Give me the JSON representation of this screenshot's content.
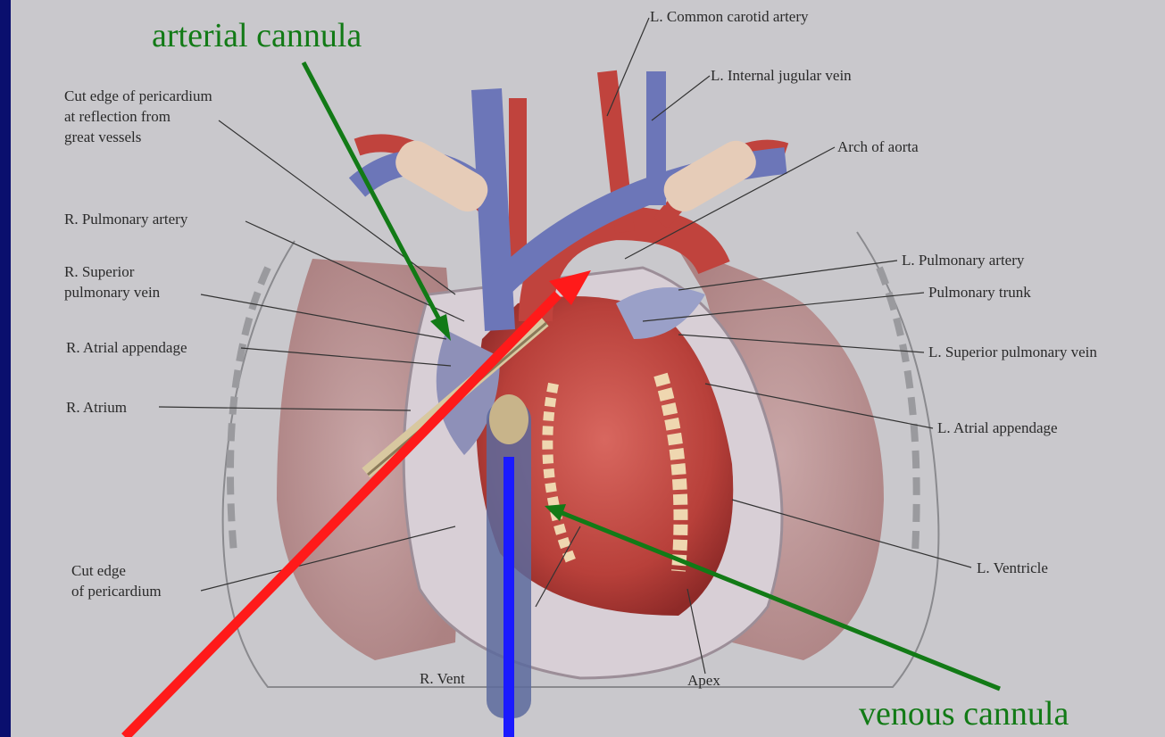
{
  "annotations": {
    "arterial_cannula": "arterial cannula",
    "venous_cannula": "venous cannula"
  },
  "labels": {
    "common_carotid": "L. Common carotid artery",
    "internal_jugular": "L. Internal jugular vein",
    "cut_edge_top_1": "Cut edge of pericardium",
    "cut_edge_top_2": "at reflection from",
    "cut_edge_top_3": "great vessels",
    "arch_of_aorta": "Arch of aorta",
    "r_pulmonary_artery": "R. Pulmonary artery",
    "r_superior_1": "R. Superior",
    "r_superior_2": "pulmonary vein",
    "l_pulmonary_artery": "L. Pulmonary artery",
    "pulmonary_trunk": "Pulmonary trunk",
    "r_atrial_appendage": "R. Atrial appendage",
    "l_superior_pulmonary_vein": "L. Superior pulmonary vein",
    "r_atrium": "R. Atrium",
    "l_atrial_appendage": "L. Atrial appendage",
    "cut_edge_bottom_1": "Cut edge",
    "cut_edge_bottom_2": "of pericardium",
    "l_ventricle": "L. Ventricle",
    "r_ventricle": "R. Vent",
    "apex": "Apex"
  },
  "colors": {
    "background": "#0a0f6e",
    "plate": "#c9c8cc",
    "arterial_arrow": "#ff1a1a",
    "venous_arrow": "#127a16",
    "venous_line": "#1a1aff",
    "annotation_text": "#127a16"
  }
}
